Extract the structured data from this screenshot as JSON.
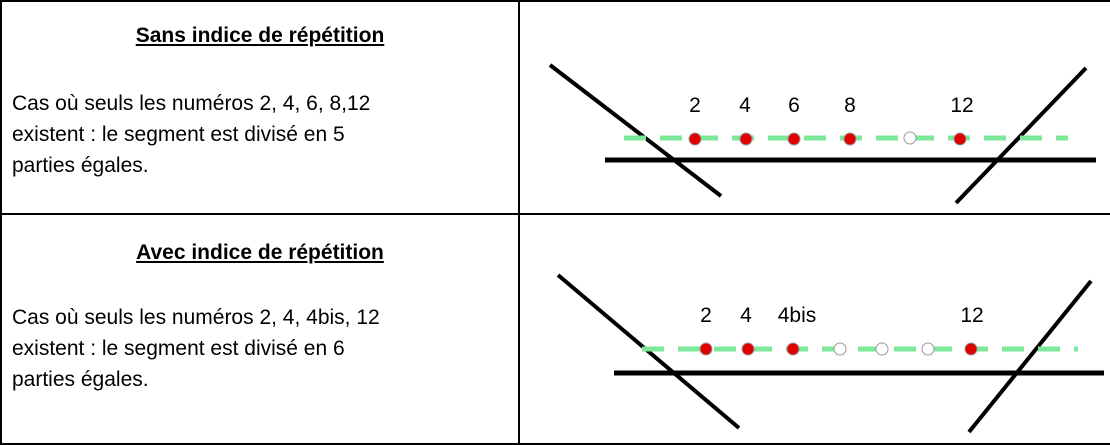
{
  "rows": [
    {
      "title": "Sans indice de répétition",
      "description_lines": [
        "Cas où seuls les numéros 2, 4, 6, 8,12",
        "existent : le segment est divisé en 5",
        "parties égales."
      ],
      "number_labels": [
        "2",
        "4",
        "6",
        "8",
        "12"
      ]
    },
    {
      "title": "Avec indice de répétition",
      "description_lines": [
        "Cas où seuls les numéros 2, 4, 4bis, 12",
        "existent : le segment est divisé en 6",
        "parties égales."
      ],
      "number_labels": [
        "2",
        "4",
        "4bis",
        "12"
      ]
    }
  ],
  "colors": {
    "dash_line": "#7de89a",
    "filled_point": "#e00000",
    "empty_point": "#ffffff",
    "street_line": "#000000"
  }
}
